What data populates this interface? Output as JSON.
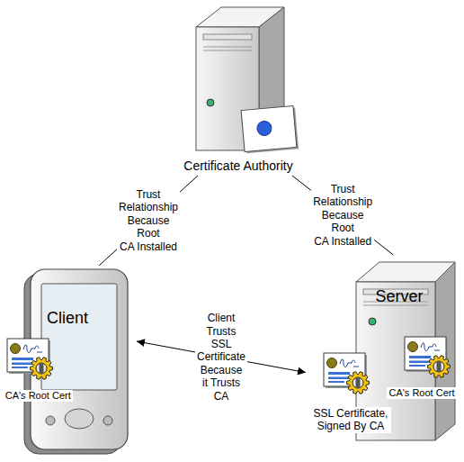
{
  "diagram": {
    "nodes": [
      {
        "text": [
          "Certificate Authority"
        ]
      },
      {
        "text": [
          "Client"
        ]
      },
      {
        "text": [
          "CA's Root Cert"
        ]
      },
      {
        "text": [
          "Server"
        ]
      },
      {
        "text": [
          "SSL Certificate, Signed By CA"
        ]
      },
      {
        "text": [
          "CA's Root Cert"
        ]
      }
    ],
    "edges": [
      {
        "from": 0,
        "to": 1,
        "arrow": "none",
        "label": "Trust Relationship Because Root CA Installed"
      },
      {
        "from": 0,
        "to": 3,
        "arrow": "none",
        "label": "Trust Relationship Because Root CA Installed"
      },
      {
        "from": 1,
        "to": 4,
        "arrow": "both",
        "label": "Client Trusts SSL Certificate Because it Trusts CA"
      }
    ]
  }
}
